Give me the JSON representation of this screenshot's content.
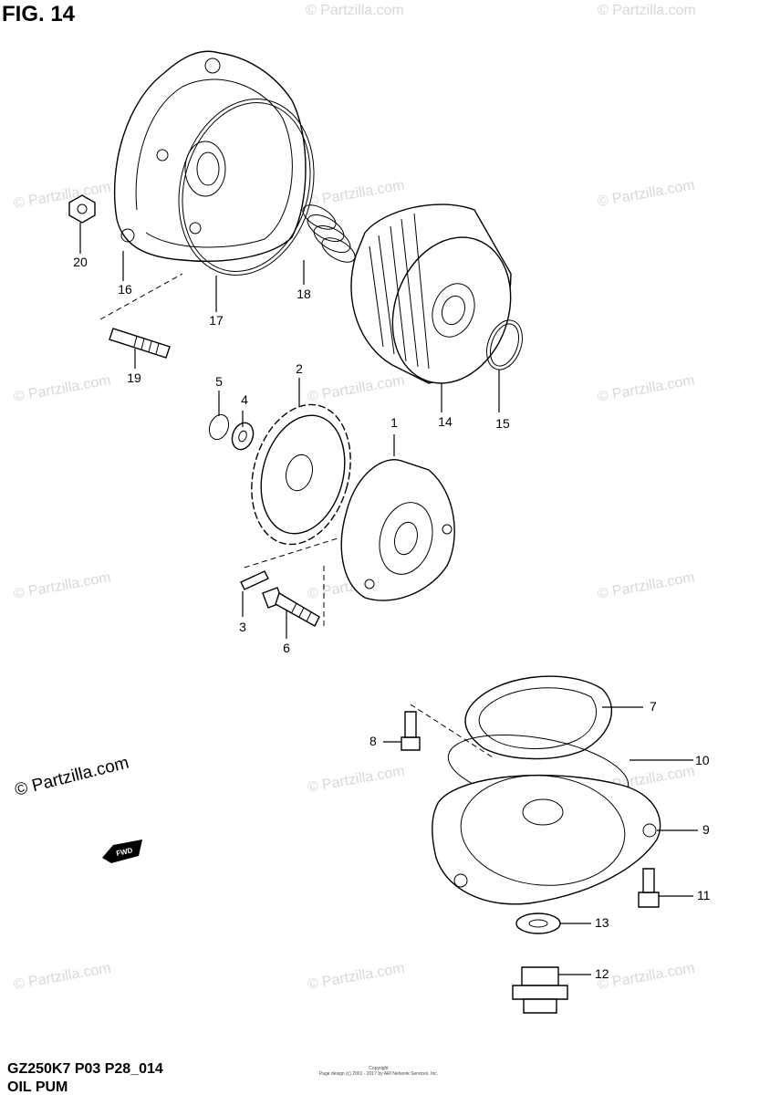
{
  "figure": {
    "title": "FIG. 14",
    "model_code": "GZ250K7 P03 P28_014",
    "section_title": "OIL PUM"
  },
  "watermark": {
    "text": "© Partzilla.com",
    "count_note": ""
  },
  "direction_badge": {
    "label": "FWD"
  },
  "copyright": {
    "line1": "Copyright",
    "line2": "Page design (c) 2001 - 2017 by ARI Network Services, Inc."
  },
  "callouts": [
    {
      "id": "1",
      "label": "1"
    },
    {
      "id": "2",
      "label": "2"
    },
    {
      "id": "3",
      "label": "3"
    },
    {
      "id": "4",
      "label": "4"
    },
    {
      "id": "5",
      "label": "5"
    },
    {
      "id": "6",
      "label": "6"
    },
    {
      "id": "7",
      "label": "7"
    },
    {
      "id": "8",
      "label": "8"
    },
    {
      "id": "9",
      "label": "9"
    },
    {
      "id": "10",
      "label": "10"
    },
    {
      "id": "11",
      "label": "11"
    },
    {
      "id": "12",
      "label": "12"
    },
    {
      "id": "13",
      "label": "13"
    },
    {
      "id": "14",
      "label": "14"
    },
    {
      "id": "15",
      "label": "15"
    },
    {
      "id": "16",
      "label": "16"
    },
    {
      "id": "17",
      "label": "17"
    },
    {
      "id": "18",
      "label": "18"
    },
    {
      "id": "19",
      "label": "19"
    },
    {
      "id": "20",
      "label": "20"
    }
  ],
  "colors": {
    "line": "#000000",
    "watermark": "#d8d8d8",
    "background": "#ffffff"
  }
}
